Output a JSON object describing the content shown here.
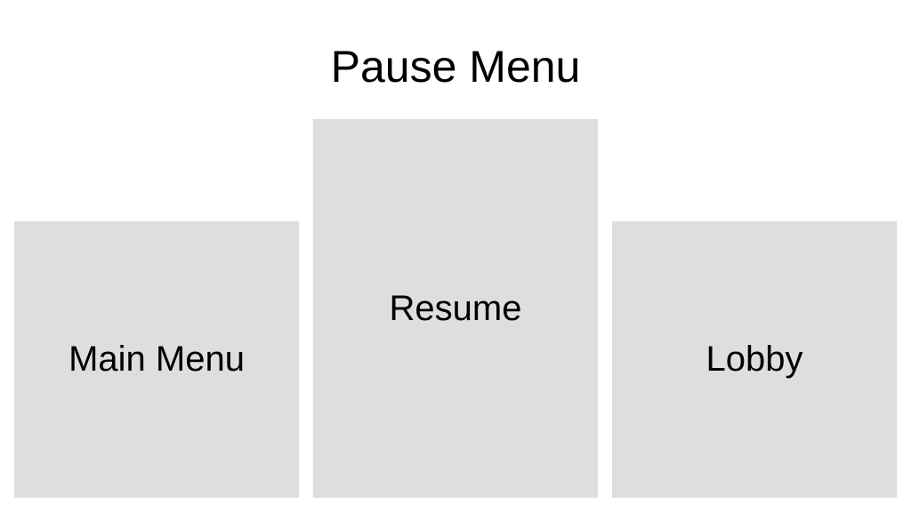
{
  "title": "Pause Menu",
  "buttons": {
    "main_menu": "Main Menu",
    "resume": "Resume",
    "lobby": "Lobby"
  }
}
